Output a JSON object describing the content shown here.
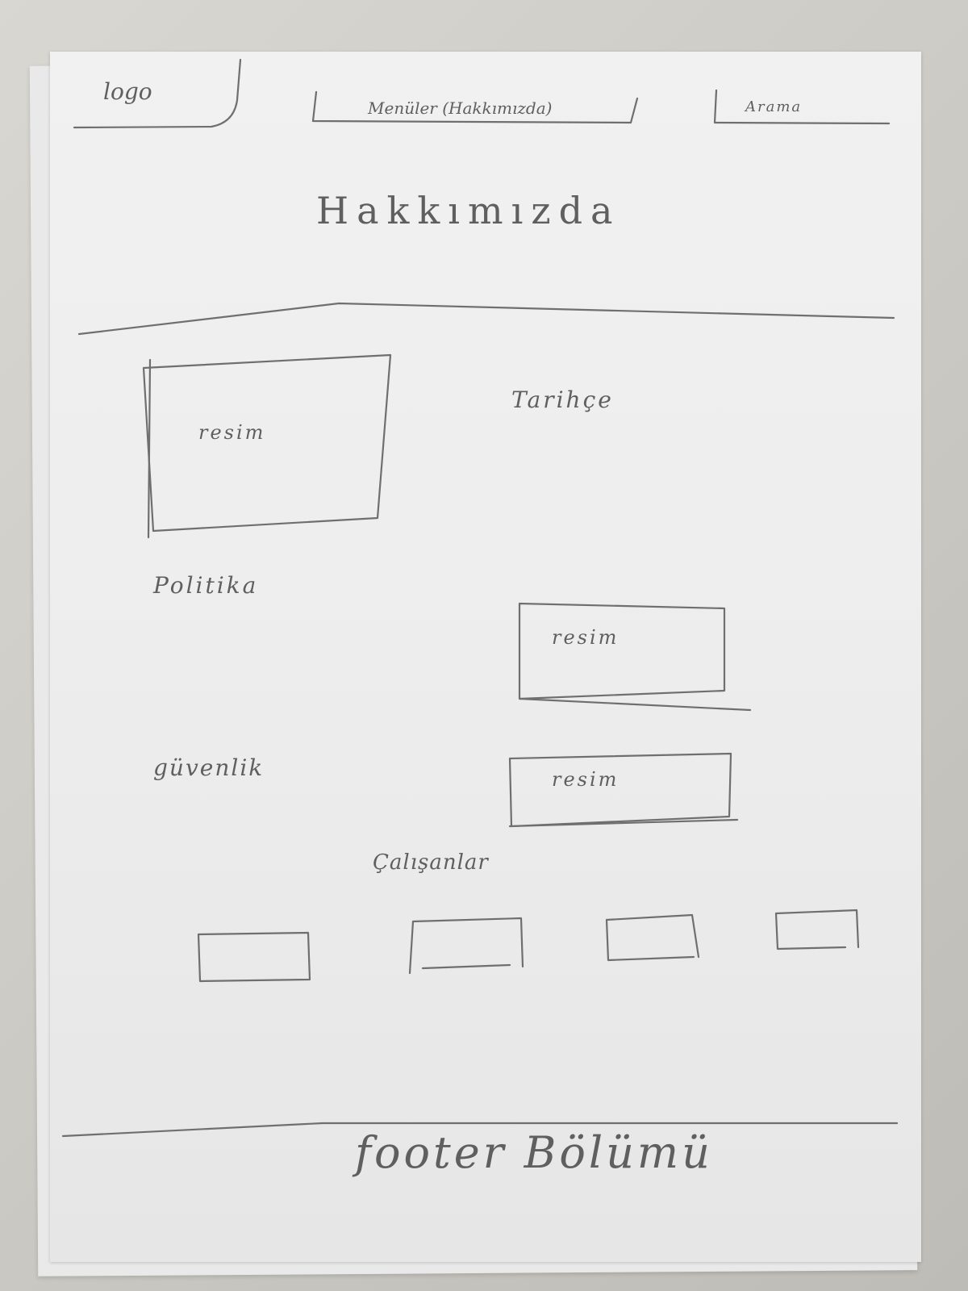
{
  "header": {
    "logo": "logo",
    "menu": "Menüler (Hakkımızda)",
    "search": "Arama"
  },
  "page_title": "Hakkımızda",
  "sections": {
    "history": "Tarihçe",
    "policy": "Politika",
    "security": "güvenlik",
    "employees": "Çalışanlar"
  },
  "images": [
    {
      "label": "resim"
    },
    {
      "label": "resim"
    },
    {
      "label": "resim"
    }
  ],
  "employee_cards": [
    {},
    {},
    {},
    {}
  ],
  "footer": {
    "text": "footer Bölümü"
  },
  "colors": {
    "paper": "#eeeeee",
    "pencil": "#6f6f6f",
    "background": "#cfcdc7"
  }
}
